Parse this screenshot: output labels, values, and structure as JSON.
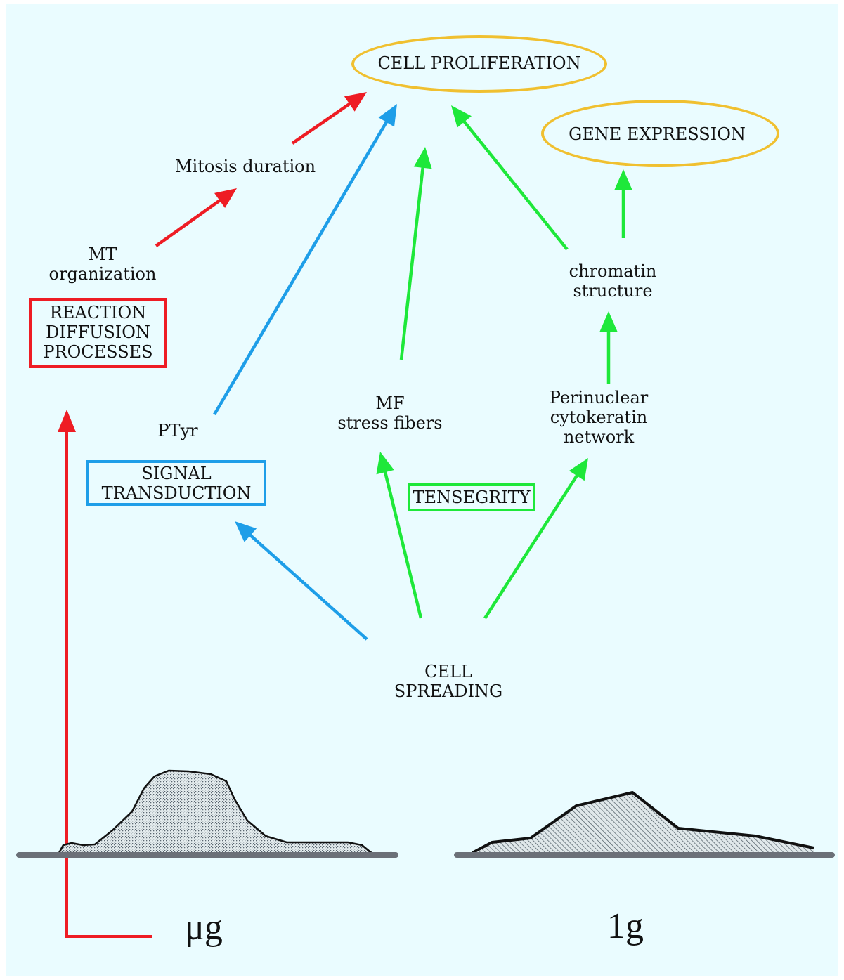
{
  "nodes": {
    "cell_proliferation": "CELL PROLIFERATION",
    "gene_expression": "GENE EXPRESSION",
    "mitosis_duration": "Mitosis duration",
    "mt_organization": [
      "MT",
      "organization"
    ],
    "reaction_diffusion": [
      "REACTION",
      "DIFFUSION",
      "PROCESSES"
    ],
    "ptyr": "PTyr",
    "signal_transduction": [
      "SIGNAL",
      "TRANSDUCTION"
    ],
    "mf_stress_fibers": [
      "MF",
      "stress fibers"
    ],
    "tensegrity": "TENSEGRITY",
    "chromatin_structure": [
      "chromatin",
      "structure"
    ],
    "perinuclear_network": [
      "Perinuclear",
      "cytokeratin",
      "network"
    ],
    "cell_spreading": [
      "CELL",
      "SPREADING"
    ],
    "microgravity": "μg",
    "one_g": "1g"
  },
  "colors": {
    "background": "#eafcff",
    "red": "#ee1c24",
    "blue": "#1e9ee8",
    "green": "#1ee83a",
    "oval": "#f0c030",
    "surface": "#6b7078",
    "cell_fill": "#d0d8dc",
    "cell_outline": "#111111"
  }
}
